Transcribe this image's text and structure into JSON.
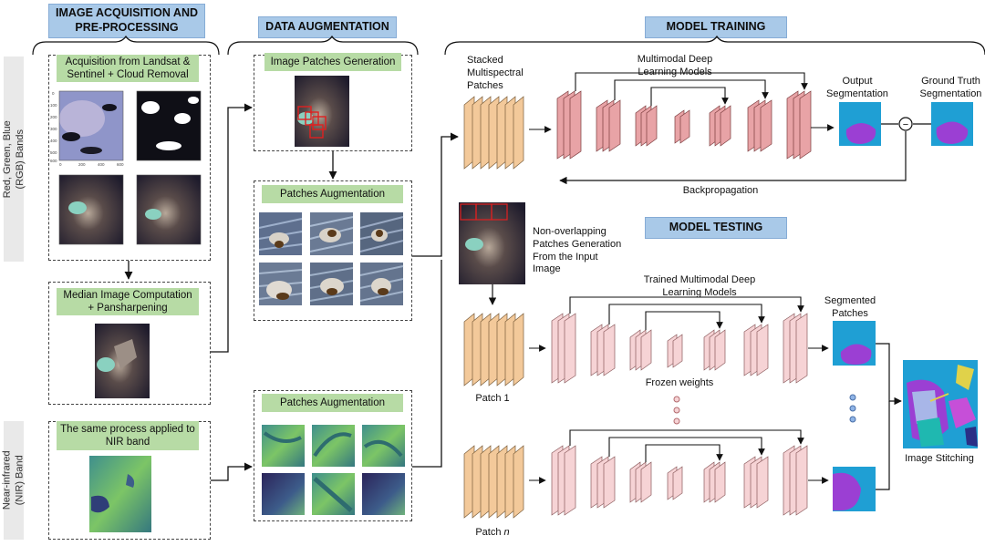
{
  "sections": {
    "acquisition": "IMAGE ACQUISITION AND\nPRE-PROCESSING",
    "augmentation": "DATA AUGMENTATION",
    "training": "MODEL TRAINING",
    "testing": "MODEL TESTING"
  },
  "side_labels": {
    "rgb": "Red, Green, Blue\n(RGB) Bands",
    "nir": "Near-infrared\n(NIR) Band"
  },
  "steps": {
    "acquisition": "Acquisition from Landsat &\nSentinel + Cloud Removal",
    "median": "Median Image Computation\n+ Pansharpening",
    "nir_process": "The same process applied to\nNIR band",
    "patch_gen": "Image Patches Generation",
    "patch_aug_rgb": "Patches Augmentation",
    "patch_aug_nir": "Patches Augmentation"
  },
  "training": {
    "stacked": "Stacked\nMultispectral\nPatches",
    "models": "Multimodal Deep\nLearning Models",
    "output": "Output\nSegmentation",
    "ground_truth": "Ground Truth\nSegmentation",
    "backprop": "Backpropagation",
    "minus": "−"
  },
  "testing": {
    "non_overlap": "Non-overlapping\nPatches Generation\nFrom the Input\nImage",
    "trained_models": "Trained Multimodal Deep\nLearning Models",
    "segmented": "Segmented\nPatches",
    "frozen": "Frozen weights",
    "patch1": "Patch 1",
    "patchn_prefix": "Patch ",
    "patchn_italic": "n",
    "stitching": "Image Stitching"
  },
  "plot_ticks": {
    "x": [
      "0",
      "200",
      "400",
      "600"
    ],
    "y": [
      "0",
      "100",
      "200",
      "300",
      "400",
      "500",
      "600"
    ]
  },
  "colors": {
    "header": "#a9c9e8",
    "green_box": "#b7dba5",
    "encoder_train": "#e8a3a6",
    "encoder_test": "#f6d3d5",
    "stack": "#f3c99a",
    "seg_bg": "#1f9fd4",
    "seg_fg": "#9b3fd3"
  }
}
